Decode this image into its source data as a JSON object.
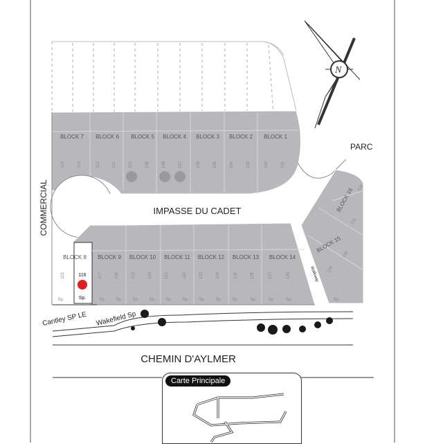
{
  "streets": {
    "commercial": "COMMERCIAL",
    "parc": "PARC",
    "impasse": "IMPASSE DU CADET",
    "chemin": "CHEMIN D'AYLMER",
    "cantley": "Cantley SP LE",
    "wakefield": "Wakefield Sp",
    "walkway": "Walkway"
  },
  "blocks_north": [
    "BLOCK 7",
    "BLOCK 6",
    "BLOCK 5",
    "BLOCK 4",
    "BLOCK 3",
    "BLOCK 2",
    "BLOCK 1"
  ],
  "blocks_south": [
    "BLOCK 8",
    "BLOCK 9",
    "BLOCK 10",
    "BLOCK 11",
    "BLOCK 12",
    "BLOCK 13",
    "BLOCK 14"
  ],
  "blocks_east": [
    "BLOCK 15",
    "BLOCK 16"
  ],
  "lots_north": [
    "114",
    "113",
    "112",
    "111",
    "110",
    "109",
    "108",
    "107",
    "106",
    "105",
    "104",
    "103",
    "102",
    "101"
  ],
  "lots_south": [
    "115",
    "116",
    "117",
    "118",
    "119",
    "120",
    "121",
    "122",
    "123",
    "124",
    "125",
    "126",
    "127",
    "128"
  ],
  "lots_east": [
    "129",
    "130",
    "131",
    "132"
  ],
  "sp_label": "Sp.",
  "highlight_lot": "116",
  "inset_title": "Carte Principale",
  "colors": {
    "lot_fill": "#b8b8bc",
    "lot_stroke": "#ffffff",
    "highlight": "#e02020",
    "tree": "#1a1a1a"
  }
}
